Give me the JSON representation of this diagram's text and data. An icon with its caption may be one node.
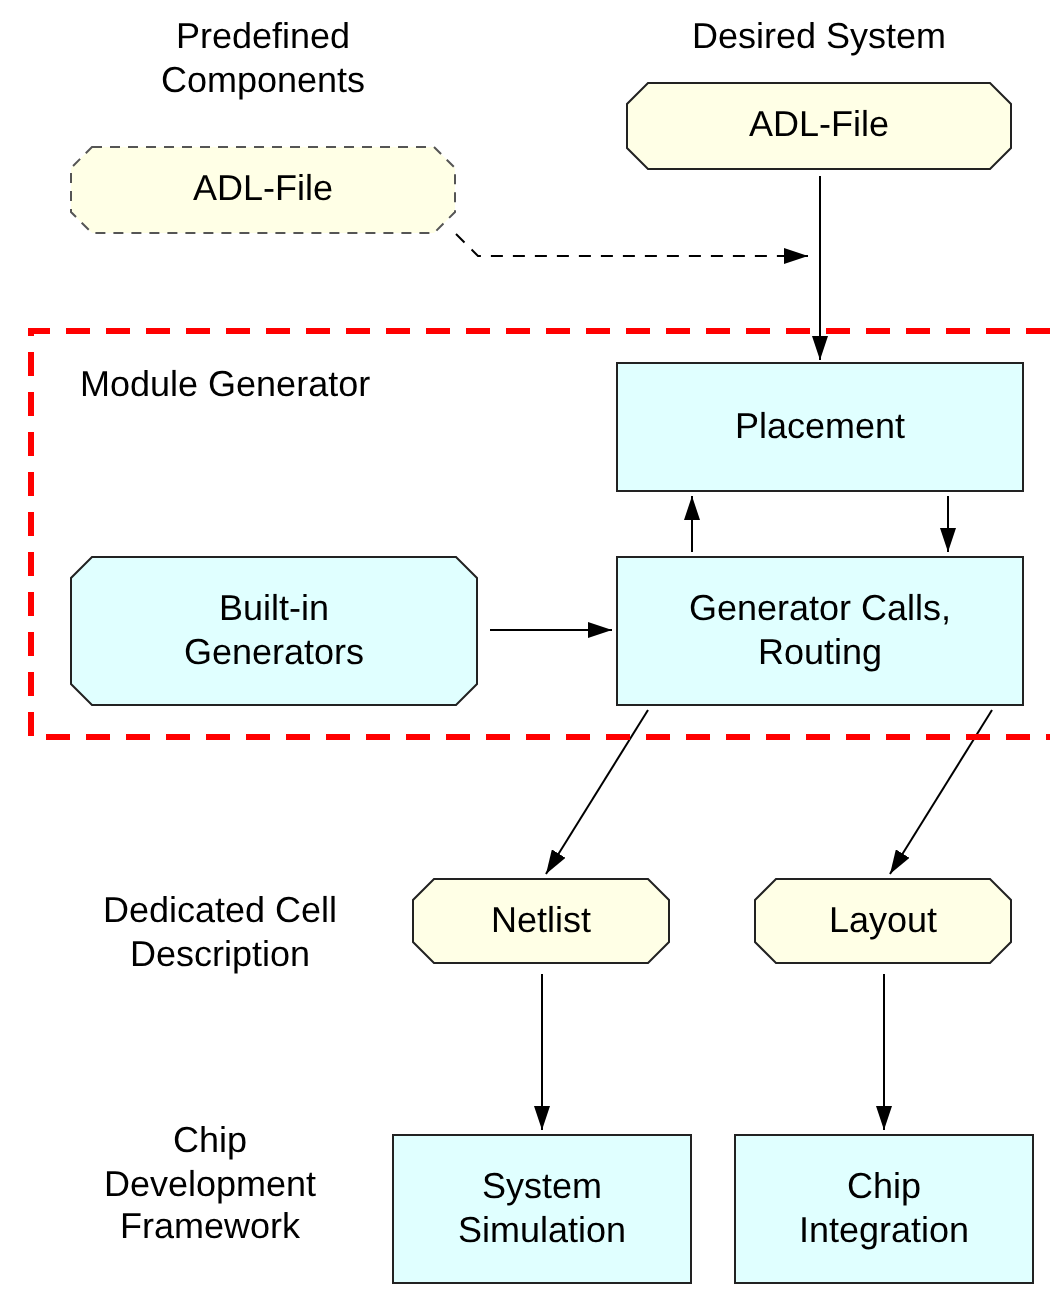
{
  "diagram": {
    "nodes": [
      {
        "text": [
          "Predefined Components",
          "ADL-File"
        ]
      },
      {
        "text": [
          "Desired System",
          "ADL-File"
        ]
      },
      {
        "text": [
          "Module Generator"
        ]
      },
      {
        "text": [
          "Placement"
        ],
        "in": 2
      },
      {
        "text": [
          "Built-in Generators"
        ],
        "in": 2
      },
      {
        "text": [
          "Generator Calls, Routing"
        ],
        "in": 2
      },
      {
        "text": [
          "Netlist"
        ]
      },
      {
        "text": [
          "Layout"
        ]
      },
      {
        "text": [
          "System Simulation"
        ]
      },
      {
        "text": [
          "Chip Integration"
        ]
      }
    ],
    "edges": [
      {
        "from": 0,
        "to": null,
        "arrow": "to",
        "style": "dashed"
      },
      {
        "from": 1,
        "to": 3,
        "arrow": "to"
      },
      {
        "from": 5,
        "to": 3,
        "arrow": "to"
      },
      {
        "from": 3,
        "to": 5,
        "arrow": "to"
      },
      {
        "from": 4,
        "to": 5,
        "arrow": "to"
      },
      {
        "from": 5,
        "to": 6,
        "arrow": "to"
      },
      {
        "from": 5,
        "to": 7,
        "arrow": "to"
      },
      {
        "from": 6,
        "to": 8,
        "arrow": "to"
      },
      {
        "from": 7,
        "to": 9,
        "arrow": "to"
      }
    ],
    "labels": [
      "Dedicated Cell Description",
      "Chip Development Framework"
    ]
  }
}
